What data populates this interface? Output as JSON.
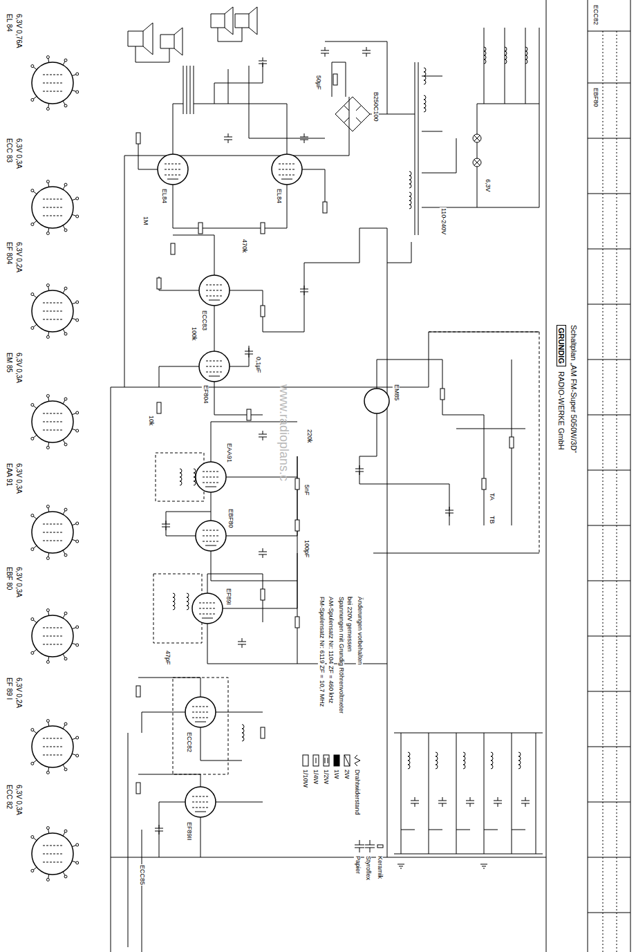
{
  "diagram": {
    "nodes": [
      {
        "text": [
          "EL 84",
          "6,3V 0,76A"
        ]
      },
      {
        "text": [
          "ECC 83",
          "6,3V 0,3A"
        ]
      },
      {
        "text": [
          "EF 804",
          "6,3V 0,2A"
        ]
      },
      {
        "text": [
          "EM 85",
          "6,3V 0,3A"
        ]
      },
      {
        "text": [
          "EAA 91",
          "6,3V 0,3A"
        ]
      },
      {
        "text": [
          "EBF 80",
          "6,3V 0,3A"
        ]
      },
      {
        "text": [
          "EF 89 I",
          "6,3V 0,2A"
        ]
      },
      {
        "text": [
          "ECC 82",
          "6,3V 0,3A"
        ]
      },
      {
        "text": [
          "GRUNDIG",
          "RADIO-WERKE GmbH",
          "Schaltplan „AM FM-Super 5050W/3D“"
        ]
      }
    ],
    "labels": [
      "EL84",
      "EL84",
      "ECC83",
      "EF804",
      "EM85",
      "EAA91",
      "EBF80",
      "EF89I",
      "ECC82",
      "EF89II",
      "www.radioplans.c",
      "B250C100",
      "110-240V",
      "TA",
      "TB",
      "FM-Spulensatz Nr: 6119  ZF = 10,7 MHz",
      "AM-Spulensatz Nr: 1104  ZF = 460 kHz",
      "Spannungen mit Grundig Röhrenvoltmeter",
      "bei 220V gemessen",
      "Änderungen vorbehalten",
      "1M",
      "470k",
      "100k",
      "50µF",
      "0,1µF",
      "220k",
      "5nF",
      "10k",
      "100pF",
      "47pF",
      "6,3V",
      "ECC82",
      "EBF80",
      "ECC85"
    ],
    "legend": [
      {
        "text": "1/10W"
      },
      {
        "text": "1/4W"
      },
      {
        "text": "1/2W"
      },
      {
        "text": "1W"
      },
      {
        "text": "2W"
      },
      {
        "text": "Drahtwiderstand"
      },
      {
        "text": "Papier"
      },
      {
        "text": "Styroflex"
      },
      {
        "text": "Keramik"
      }
    ]
  }
}
